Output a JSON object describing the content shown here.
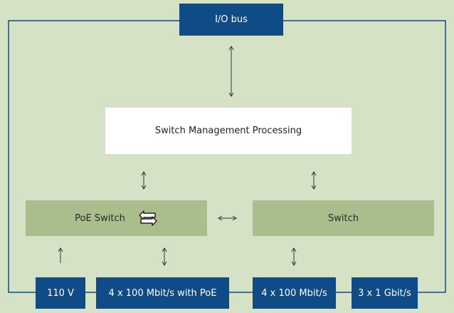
{
  "colors": {
    "background": "#d6e2c6",
    "bus_box": "#0f4b86",
    "switch_box": "#a9be8c",
    "management_box": "#ffffff",
    "wire": "#0f4b86"
  },
  "nodes": {
    "io_bus": "I/O bus",
    "management": "Switch Management Processing",
    "poe_switch": "PoE Switch",
    "switch": "Switch",
    "power": "110 V",
    "poe_ports": "4 x 100 Mbit/s with PoE",
    "ports_100": "4 x 100 Mbit/s",
    "ports_1g": "3 x 1 Gbit/s"
  },
  "icons": {
    "poe_switch_icon": "swap-arrows-icon"
  }
}
